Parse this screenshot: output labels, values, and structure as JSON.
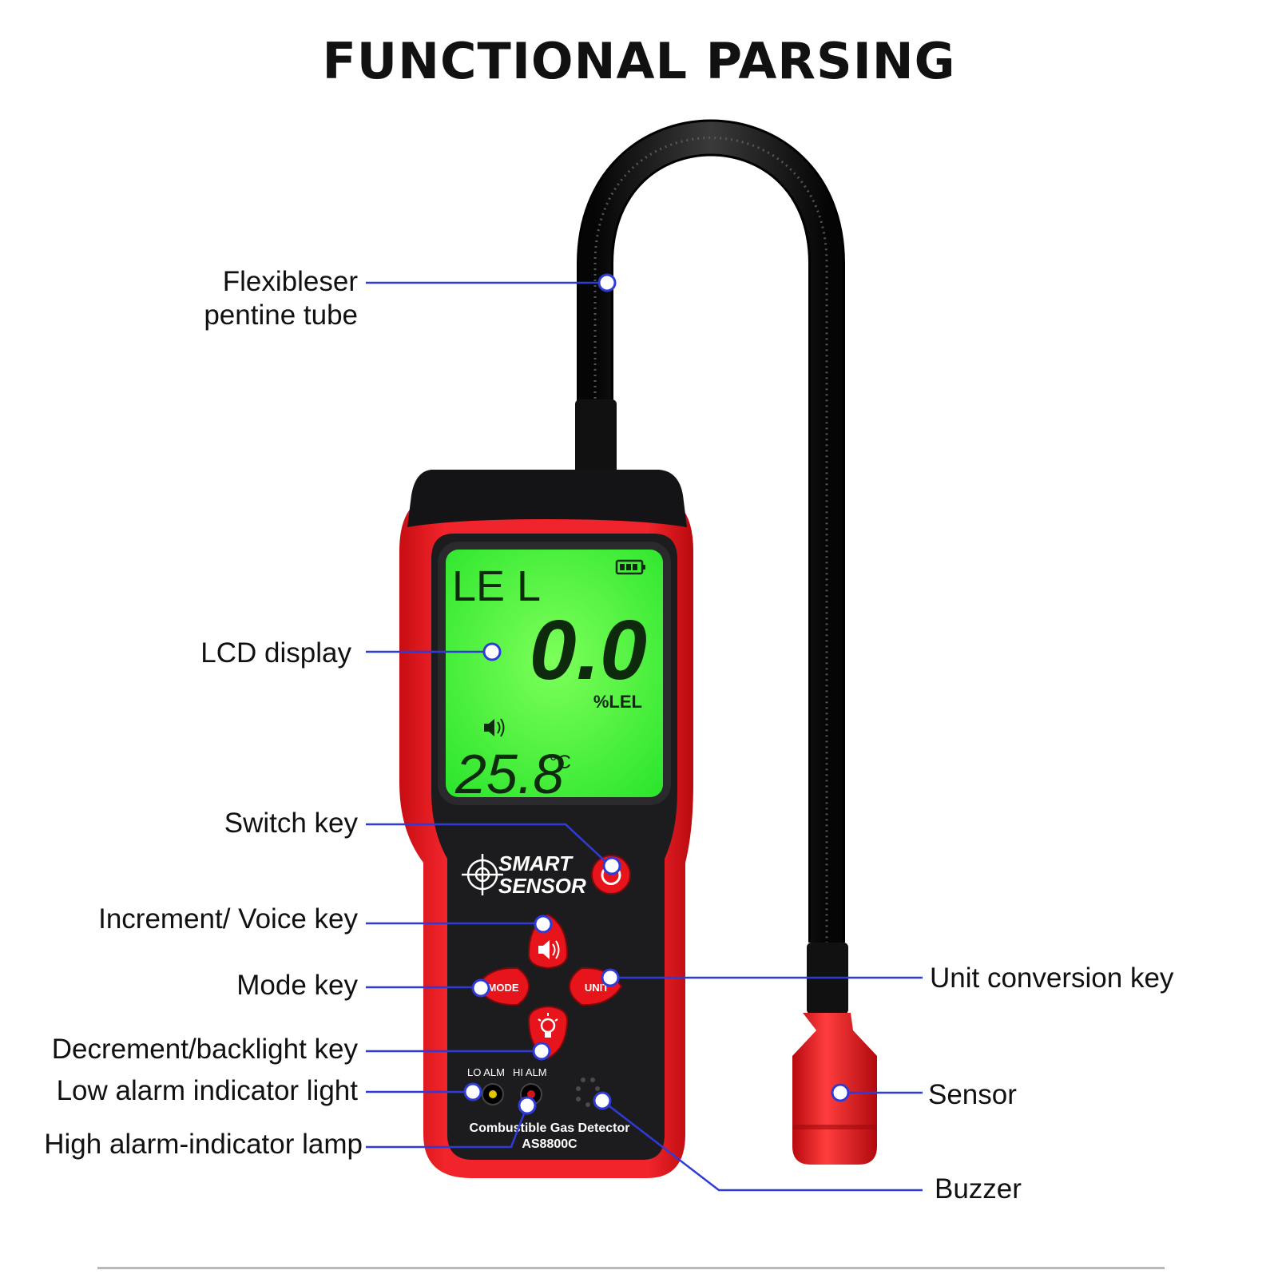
{
  "title": "FUNCTIONAL PARSING",
  "colors": {
    "accent_line": "#2f3bd6",
    "device_red": "#e8141b",
    "device_body": "#1c1c1e",
    "lcd_green": "#3df23d",
    "lcd_segment": "#0d2a0d"
  },
  "device": {
    "brand_line1": "SMART",
    "brand_line2": "SENSOR",
    "product_name": "Combustible Gas Detector",
    "model": "AS8800C",
    "lo_alarm_label": "LO ALM",
    "hi_alarm_label": "HI ALM",
    "mode_key_label": "MODE",
    "unit_key_label": "UNIT",
    "lcd": {
      "mode_text": "LE L",
      "reading": "0.0",
      "reading_unit": "%LEL",
      "temperature": "25.8",
      "temperature_unit": "°C"
    }
  },
  "callouts": {
    "tube_line1": "Flexibleser",
    "tube_line2": "pentine tube",
    "lcd": "LCD display",
    "switch": "Switch key",
    "increment": "Increment/ Voice key",
    "mode": "Mode key",
    "decrement": "Decrement/backlight key",
    "low_alarm": "Low alarm indicator light",
    "high_alarm": "High alarm-indicator lamp",
    "unit": "Unit conversion key",
    "sensor": "Sensor",
    "buzzer": "Buzzer"
  }
}
